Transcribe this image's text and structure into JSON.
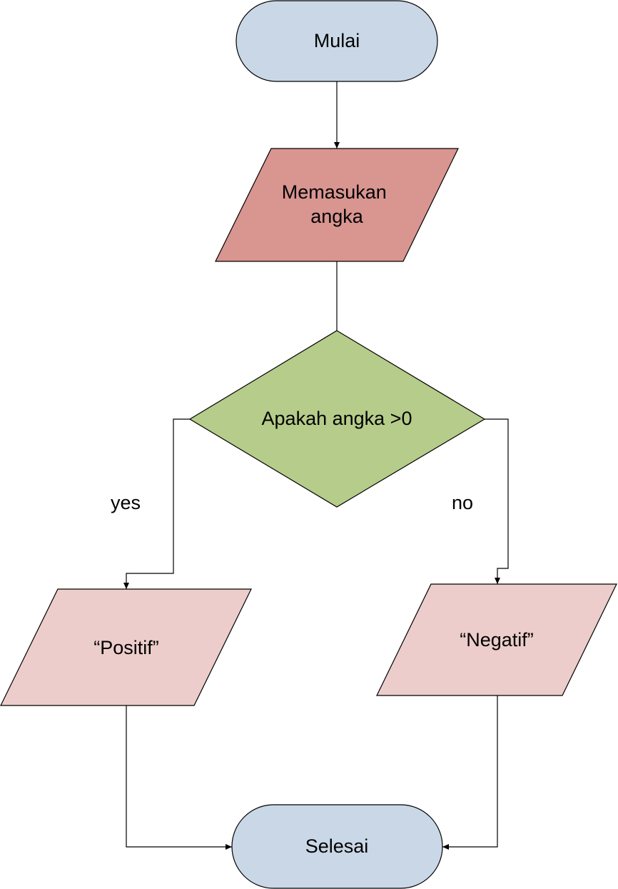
{
  "flowchart": {
    "start": {
      "label": "Mulai",
      "color": "#c9d7e6"
    },
    "input": {
      "line1": "Memasukan",
      "line2": "angka",
      "color": "#d99590"
    },
    "decision": {
      "label": "Apakah angka >0",
      "color": "#b6cc8a"
    },
    "branch_yes": {
      "label": "yes"
    },
    "branch_no": {
      "label": "no"
    },
    "output_positive": {
      "label": "“Positif”",
      "color": "#eccdcb"
    },
    "output_negative": {
      "label": "“Negatif”",
      "color": "#eccdcb"
    },
    "end": {
      "label": "Selesai",
      "color": "#c9d7e6"
    }
  }
}
